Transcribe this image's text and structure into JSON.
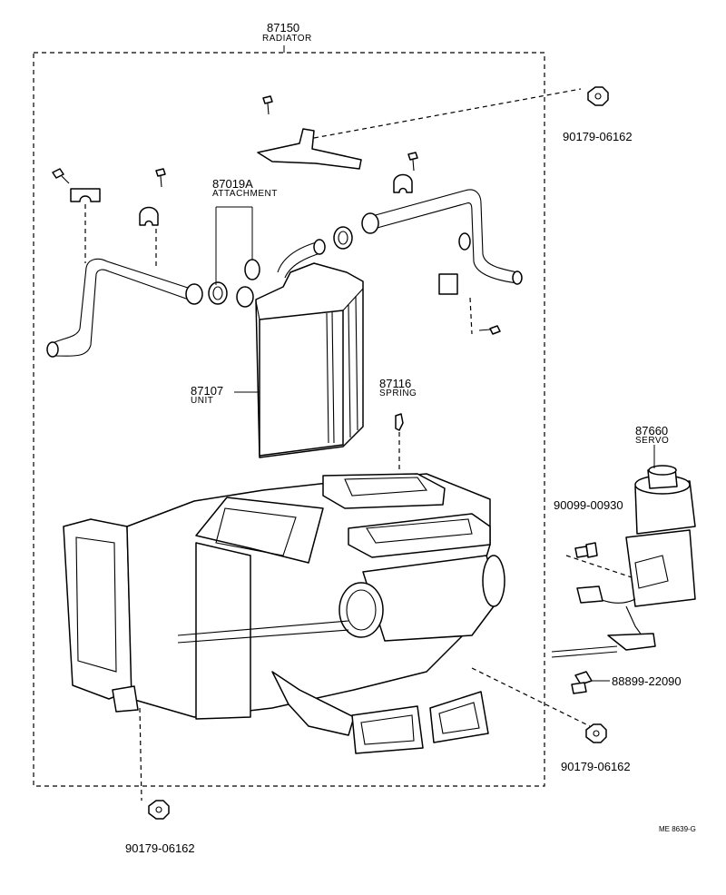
{
  "labels": {
    "radiator_number": "87150",
    "radiator_name": "RADIATOR",
    "attachment_number": "87019A",
    "attachment_name": "ATTACHMENT",
    "unit_number": "87107",
    "unit_name": "UNIT",
    "spring_number": "87116",
    "spring_name": "SPRING",
    "servo_number": "87660",
    "servo_name": "SERVO",
    "screw_number": "90099-00930",
    "nut_top_right": "90179-06162",
    "clip_number": "88899-22090",
    "nut_mid_right": "90179-06162",
    "nut_bottom": "90179-06162",
    "drawing_code": "ME 8639-G"
  },
  "icons": [
    "hex-nut-icon",
    "screw-icon",
    "hose-clamp-icon",
    "pipe-clamp-icon",
    "o-ring-icon",
    "spring-clip-icon"
  ]
}
